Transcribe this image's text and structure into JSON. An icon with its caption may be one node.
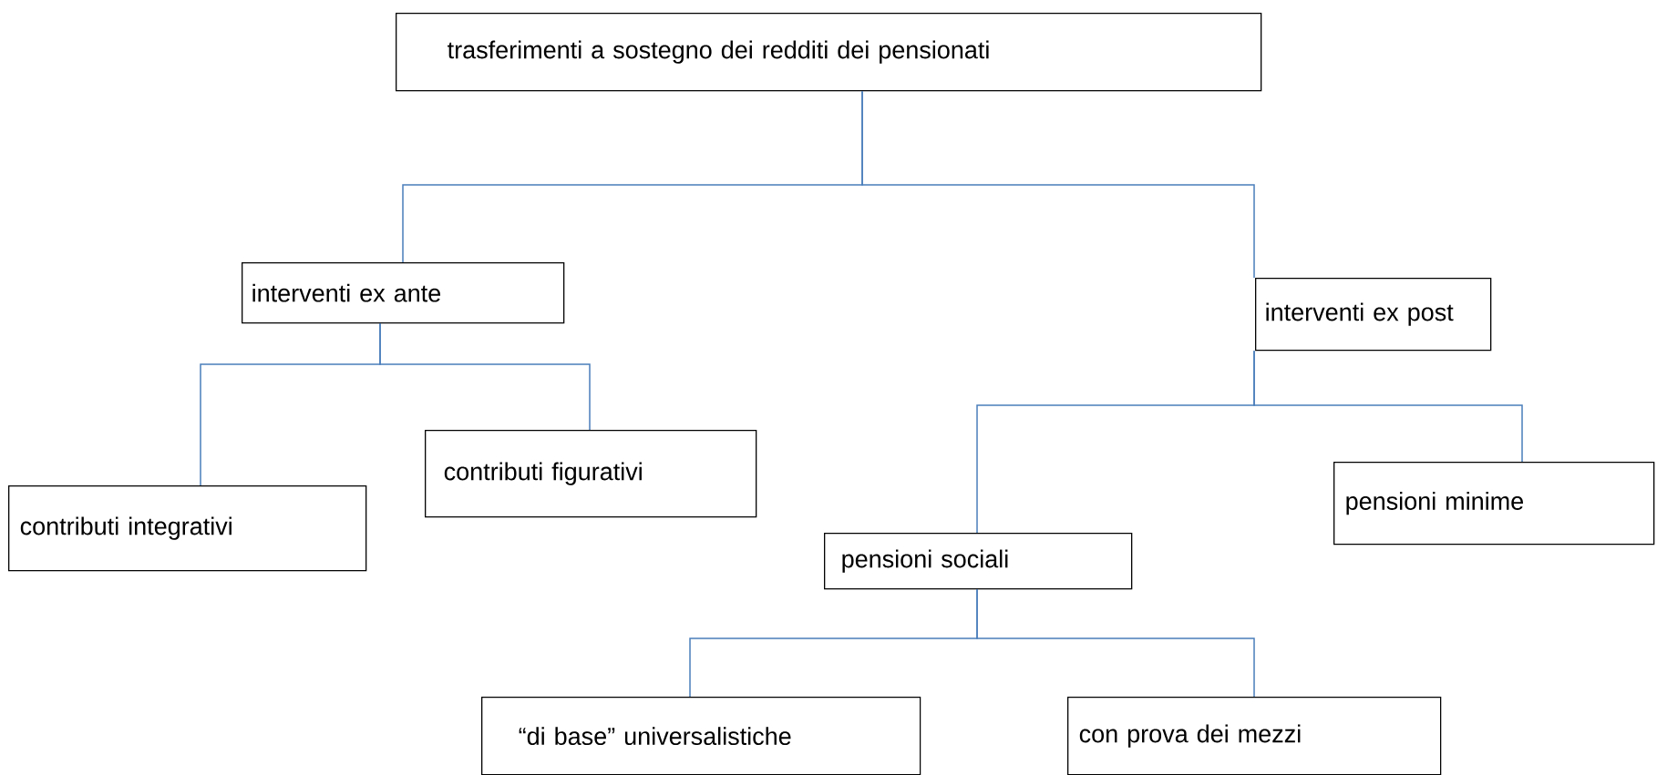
{
  "diagram": {
    "nodes": [
      {
        "text": [
          "trasferimenti a sostegno dei redditi dei pensionati"
        ]
      },
      {
        "text": [
          "interventi ex ante"
        ]
      },
      {
        "text": [
          "interventi ex post"
        ]
      },
      {
        "text": [
          "contributi integrativi"
        ]
      },
      {
        "text": [
          "contributi figurativi"
        ]
      },
      {
        "text": [
          "pensioni sociali"
        ]
      },
      {
        "text": [
          "pensioni minime"
        ]
      },
      {
        "text": [
          "“di base” universalistiche"
        ]
      },
      {
        "text": [
          "con prova dei mezzi"
        ]
      }
    ],
    "edges": [
      {
        "from": 0,
        "to": 1,
        "arrow": "none"
      },
      {
        "from": 0,
        "to": 2,
        "arrow": "none"
      },
      {
        "from": 1,
        "to": 3,
        "arrow": "none"
      },
      {
        "from": 1,
        "to": 4,
        "arrow": "none"
      },
      {
        "from": 2,
        "to": 5,
        "arrow": "none"
      },
      {
        "from": 2,
        "to": 6,
        "arrow": "none"
      },
      {
        "from": 5,
        "to": 7,
        "arrow": "none"
      },
      {
        "from": 5,
        "to": 8,
        "arrow": "none"
      }
    ]
  }
}
